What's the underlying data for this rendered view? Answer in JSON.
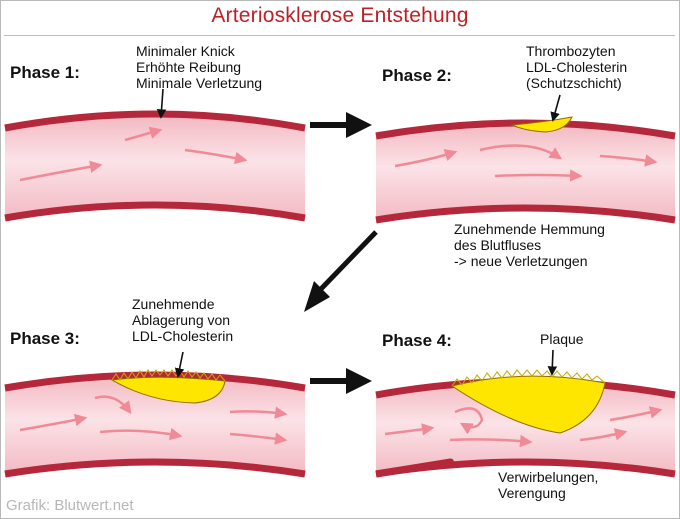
{
  "title": "Arteriosklerose Entstehung",
  "phases": [
    {
      "label": "Phase 1:",
      "notes": [
        "Minimaler Knick",
        "Erhöhte Reibung",
        "Minimale Verletzung"
      ]
    },
    {
      "label": "Phase 2:",
      "notes": [
        "Thrombozyten",
        "LDL-Cholesterin",
        "(Schutzschicht)"
      ]
    },
    {
      "label": "Phase 3:",
      "notes": [
        "Zunehmende",
        "Ablagerung von",
        "LDL-Cholesterin"
      ]
    },
    {
      "label": "Phase 4:",
      "notes": [
        "Plaque"
      ]
    }
  ],
  "transition_note": [
    "Zunehmende Hemmung",
    "des Blutfluses",
    "-> neue Verletzungen"
  ],
  "phase4_bottom_note": [
    "Verwirbelungen,",
    "Verengung"
  ],
  "watermark": "Grafik: Blutwert.net",
  "colors": {
    "title": "#c21e25",
    "vessel_wall": "#b5273a",
    "vessel_lumen": "#f7d0d6",
    "flow_arrow": "#f08a97",
    "plaque": "#ffe600",
    "plaque_outline": "#8f6d00"
  }
}
